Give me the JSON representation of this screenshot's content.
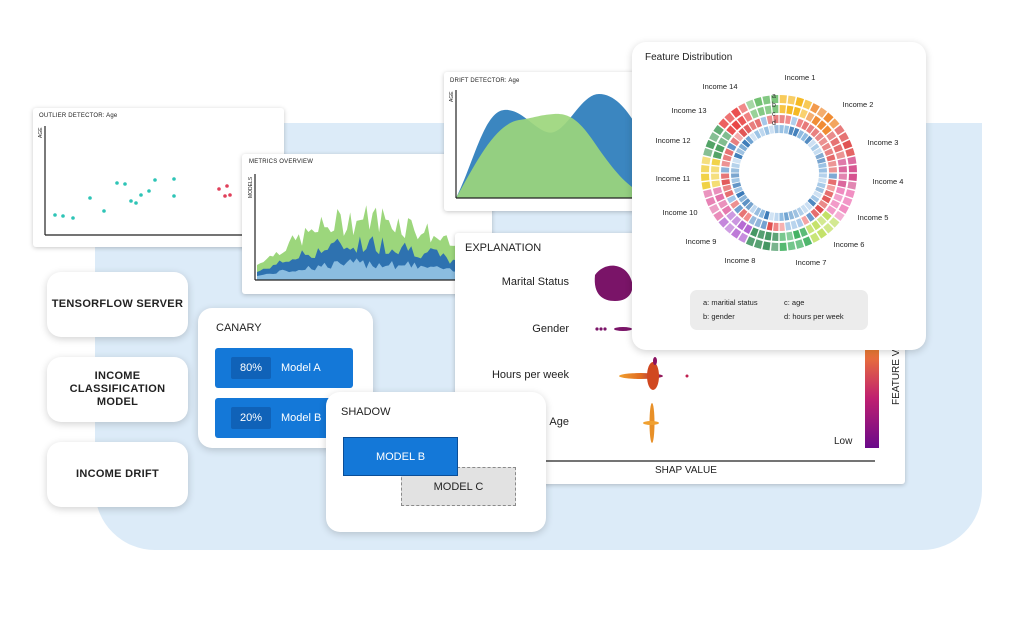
{
  "outlier": {
    "title": "OUTLIER DETECTOR: Age",
    "ylabel": "AGE"
  },
  "metrics": {
    "title": "METRICS OVERVIEW",
    "ylabel": "MODELS"
  },
  "drift": {
    "title": "DRIFT DETECTOR: Age",
    "ylabel": "AGE"
  },
  "nav": {
    "tensorflow": "TENSORFLOW SERVER",
    "income_classification": "INCOME CLASSIFICATION MODEL",
    "income_drift": "INCOME DRIFT"
  },
  "canary": {
    "title": "CANARY",
    "model_a_pct": "80%",
    "model_a": "Model A",
    "model_b_pct": "20%",
    "model_b": "Model B"
  },
  "shadow": {
    "title": "SHADOW",
    "model_b": "MODEL B",
    "model_c": "MODEL C"
  },
  "explanation": {
    "title": "EXPLANATION",
    "features": [
      "Marital Status",
      "Gender",
      "Hours per week",
      "Age"
    ],
    "xlabel": "SHAP VALUE",
    "colorbar_label": "FEATURE VA",
    "colorbar_low": "Low"
  },
  "feature_dist": {
    "title": "Feature Distribution",
    "incomes": [
      "Income 1",
      "Income 2",
      "Income 3",
      "Income 4",
      "Income 5",
      "Income 6",
      "Income 7",
      "Income 8",
      "Income 9",
      "Income 10",
      "Income 11",
      "Income 12",
      "Income 13",
      "Income 14"
    ],
    "ring_letters": [
      "a",
      "b",
      "c",
      "d"
    ],
    "legend": {
      "a": "a: maritial status",
      "b": "b: gender",
      "c": "c: age",
      "d": "d: hours per week"
    }
  },
  "colors": {
    "blue": "#1478d8",
    "dark_blue": "#2e72b0",
    "green": "#9cd67c",
    "teal": "#2ec4b6",
    "red": "#e0405a",
    "bg_panel": "#dcebf8"
  }
}
